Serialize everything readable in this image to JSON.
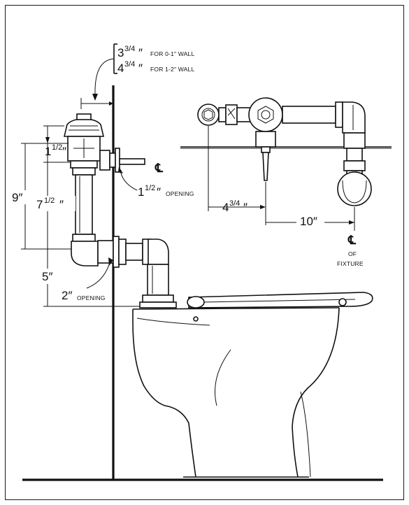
{
  "labels": {
    "wall_dim_a_main": "3",
    "wall_dim_a_frac": "3/4",
    "wall_dim_a_unit": "″",
    "wall_dim_a_note": "FOR 0-1″ WALL",
    "wall_dim_b_main": "4",
    "wall_dim_b_frac": "3/4",
    "wall_dim_b_unit": "″",
    "wall_dim_b_note": "FOR 1-2″ WALL",
    "dim_1_half_main": "1",
    "dim_1_half_frac": "1/2",
    "dim_1_half_unit": "″",
    "dim_9": "9″",
    "dim_7_half_main": "7",
    "dim_7_half_frac": "1/2",
    "dim_7_half_unit": "″",
    "dim_5": "5″",
    "opening_small_main": "1",
    "opening_small_frac": "1/2",
    "opening_small_unit": "″",
    "opening_small_word": "OPENING",
    "opening_large_main": "2″",
    "opening_large_word": "OPENING",
    "centerline_symbol": "℄",
    "dim_4_3_4_main": "4",
    "dim_4_3_4_frac": "3/4",
    "dim_4_3_4_unit": "″",
    "dim_10": "10″",
    "of_word": "OF",
    "fixture_word": "FIXTURE"
  },
  "colors": {
    "ink": "#111111",
    "paper": "#ffffff"
  }
}
